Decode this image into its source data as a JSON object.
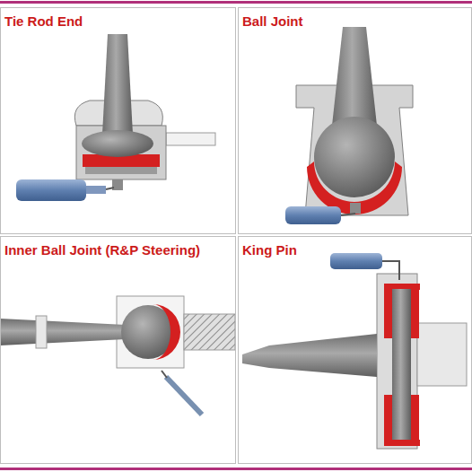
{
  "diagram": {
    "nodes": [
      {
        "text": [
          "Tie Rod End"
        ]
      },
      {
        "text": [
          "Ball Joint"
        ]
      },
      {
        "text": [
          "Inner Ball Joint (R&P Steering)"
        ]
      },
      {
        "text": [
          "King Pin"
        ]
      }
    ]
  }
}
